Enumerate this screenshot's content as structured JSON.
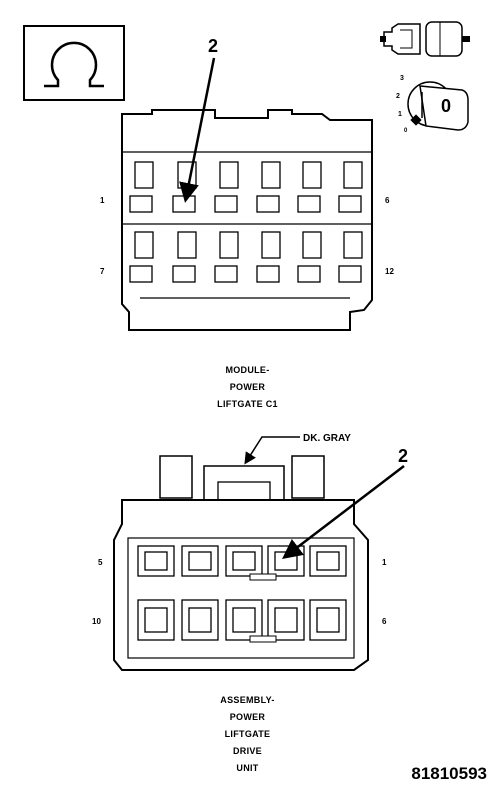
{
  "symbols": {
    "ohm_box": "ohm-icon",
    "connector_view": "connector-plug-icon",
    "ignition_key": "ignition-key-icon"
  },
  "ignition_positions": [
    "3",
    "2",
    "1",
    "0",
    "0"
  ],
  "connector_c1": {
    "callout": "2",
    "pin_labels": {
      "top_left": "1",
      "top_right": "6",
      "bottom_left": "7",
      "bottom_right": "12"
    },
    "caption": [
      "MODULE-",
      "POWER",
      "LIFTGATE C1"
    ]
  },
  "connector_drive": {
    "wire_color": "DK. GRAY",
    "callout": "2",
    "pin_labels": {
      "top_left": "5",
      "top_right": "1",
      "bottom_left": "10",
      "bottom_right": "6"
    },
    "caption": [
      "ASSEMBLY-",
      "POWER",
      "LIFTGATE",
      "DRIVE",
      "UNIT"
    ]
  },
  "document_number": "81810593"
}
